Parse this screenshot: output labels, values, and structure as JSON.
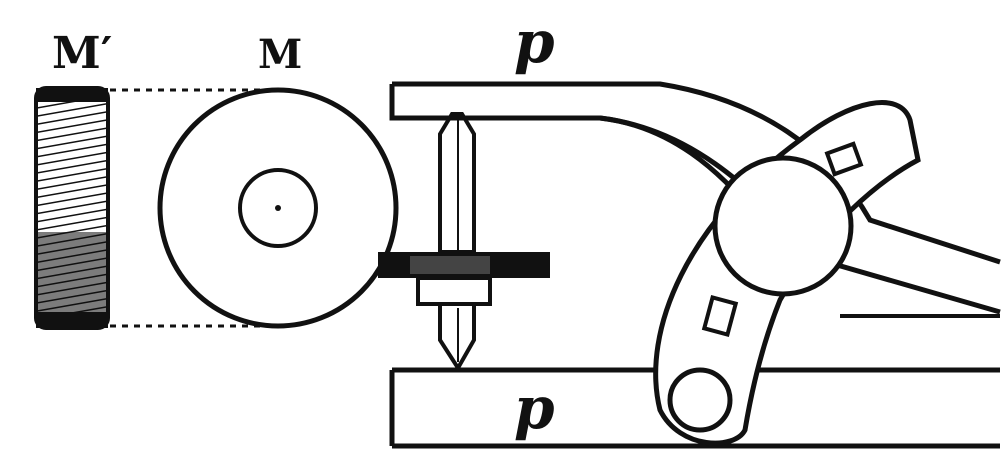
{
  "labels": {
    "wheel_side": "M′",
    "wheel_face": "M",
    "plate_top": "p",
    "plate_bottom": "p"
  },
  "colors": {
    "ink": "#111111",
    "paper": "#ffffff"
  }
}
